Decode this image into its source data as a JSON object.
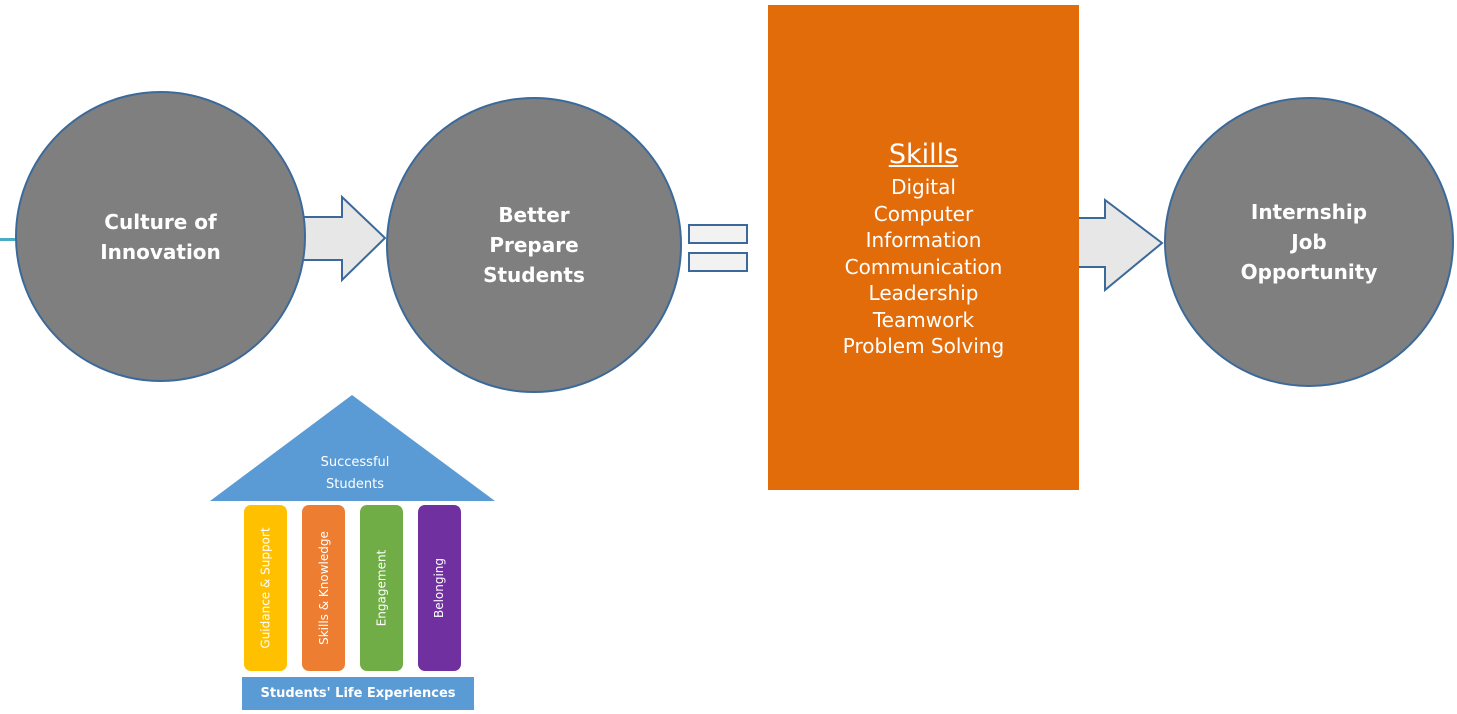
{
  "flow": {
    "culture": {
      "line1": "Culture of",
      "line2": "Innovation"
    },
    "prepare": {
      "line1": "Better",
      "line2": "Prepare",
      "line3": "Students"
    },
    "outcome": {
      "line1": "Internship",
      "line2": "Job",
      "line3": "Opportunity"
    }
  },
  "skills": {
    "title": "Skills",
    "items": [
      "Digital",
      "Computer",
      "Information",
      "Communication",
      "Leadership",
      "Teamwork",
      "Problem Solving"
    ]
  },
  "house": {
    "roof_line1": "Successful",
    "roof_line2": "Students",
    "pillars": [
      {
        "label": "Guidance & Support",
        "color": "#ffc000"
      },
      {
        "label": "Skills & Knowledge",
        "color": "#ed7d31"
      },
      {
        "label": "Engagement",
        "color": "#70ad47"
      },
      {
        "label": "Belonging",
        "color": "#7030a0"
      }
    ],
    "base": "Students' Life Experiences"
  },
  "colors": {
    "circle_fill": "#7f7f7f",
    "outline": "#3b6a9a",
    "arrow_fill": "#e7e7e7",
    "skills_box": "#e36c0a",
    "roof": "#5b9bd5",
    "left_connector": "#4bacc6"
  }
}
